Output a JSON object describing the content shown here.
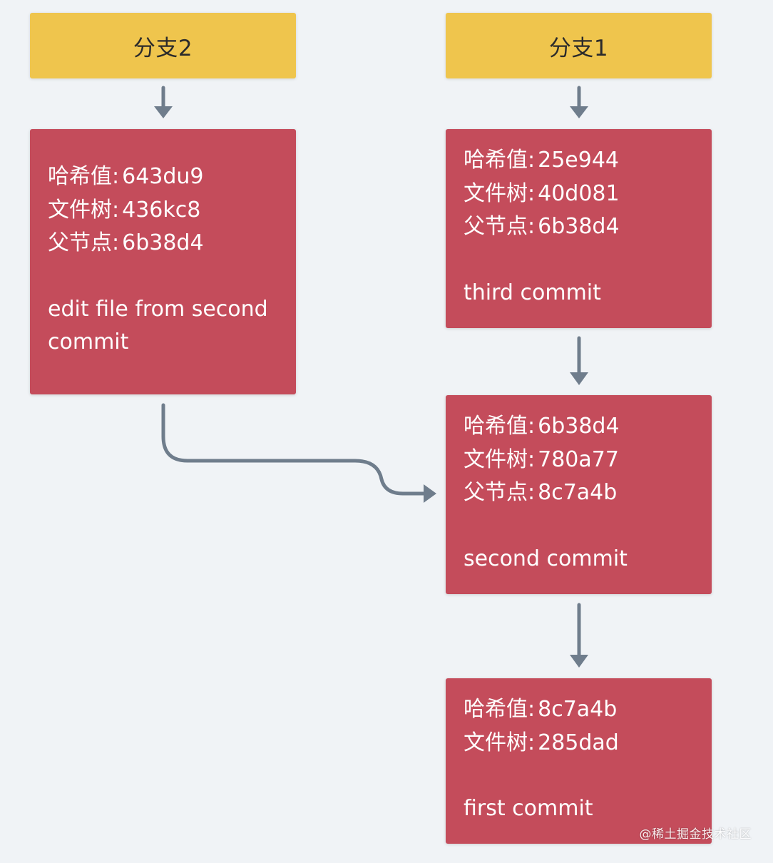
{
  "labels": {
    "hash": "哈希值:",
    "tree": "文件树:",
    "parent": "父节点:"
  },
  "branches": {
    "branch2": "分支2",
    "branch1": "分支1"
  },
  "commits": {
    "c_branch2": {
      "hash": "643du9",
      "tree": "436kc8",
      "parent": "6b38d4",
      "message": "edit file from second commit"
    },
    "c_third": {
      "hash": "25e944",
      "tree": "40d081",
      "parent": "6b38d4",
      "message": "third commit"
    },
    "c_second": {
      "hash": "6b38d4",
      "tree": "780a77",
      "parent": "8c7a4b",
      "message": "second commit"
    },
    "c_first": {
      "hash": "8c7a4b",
      "tree": "285dad",
      "message": "first commit"
    }
  },
  "watermark": "@稀土掘金技术社区",
  "colors": {
    "background": "#f0f3f6",
    "branch_fill": "#efc54d",
    "commit_fill": "#c44c5b",
    "arrow": "#6f7d8c"
  }
}
